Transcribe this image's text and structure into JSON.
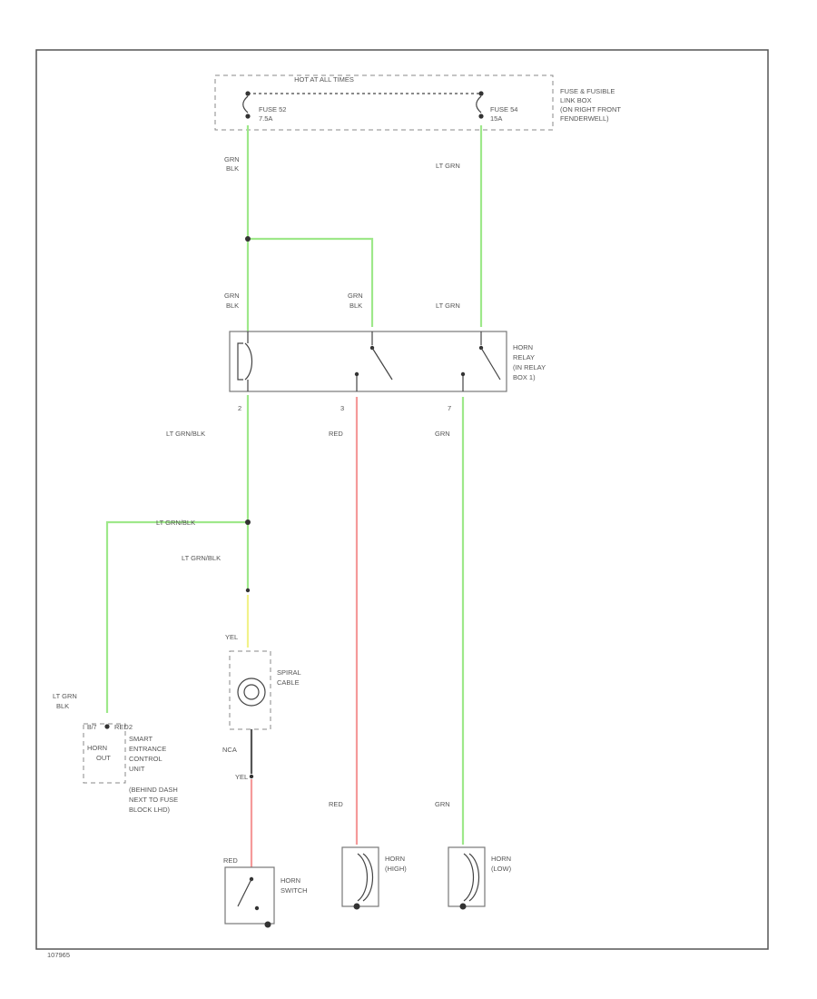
{
  "colors": {
    "wire_green": "#9ee88a",
    "wire_red": "#f59a9a",
    "wire_yellow": "#f2f28a",
    "wire_black": "#555555"
  },
  "fuse_block": {
    "header": "HOT AT ALL TIMES",
    "fuse_left": [
      "FUSE 52",
      "7.5A"
    ],
    "fuse_right": [
      "FUSE 54",
      "15A"
    ],
    "description": [
      "FUSE & FUSIBLE",
      "LINK BOX",
      "(ON RIGHT FRONT",
      "FENDERWELL)"
    ]
  },
  "wire_labels": {
    "grn_blk": [
      "GRN",
      "BLK"
    ],
    "lt_grn": "LT GRN",
    "lt_grn_blk": "LT GRN/BLK",
    "red": "RED",
    "grn": "GRN",
    "yel": "YEL",
    "lt_grn_blk_2line": [
      "LT GRN",
      "BLK"
    ],
    "wire_nca": "NCA",
    "wire_yel2": "YEL"
  },
  "relay": {
    "label": [
      "HORN",
      "RELAY",
      "(IN RELAY",
      "BOX 1)"
    ],
    "pin_left": "2",
    "pin_mid": "3",
    "pin_right": "7"
  },
  "spiral_cable": [
    "SPIRAL",
    "CABLE"
  ],
  "smart_entrance": {
    "pin": "B/7",
    "pin_label": "RED2",
    "side": [
      "HORN",
      "OUT"
    ],
    "desc": [
      "SMART",
      "ENTRANCE",
      "CONTROL",
      "UNIT"
    ],
    "note": [
      "(BEHIND DASH",
      "NEXT TO FUSE",
      "BLOCK LHD)"
    ]
  },
  "horn_switch": {
    "label": [
      "HORN",
      "SWITCH"
    ],
    "wire": "RED"
  },
  "horn_high": [
    "HORN",
    "(HIGH)"
  ],
  "horn_low": [
    "HORN",
    "(LOW)"
  ],
  "figure_id": "107965"
}
